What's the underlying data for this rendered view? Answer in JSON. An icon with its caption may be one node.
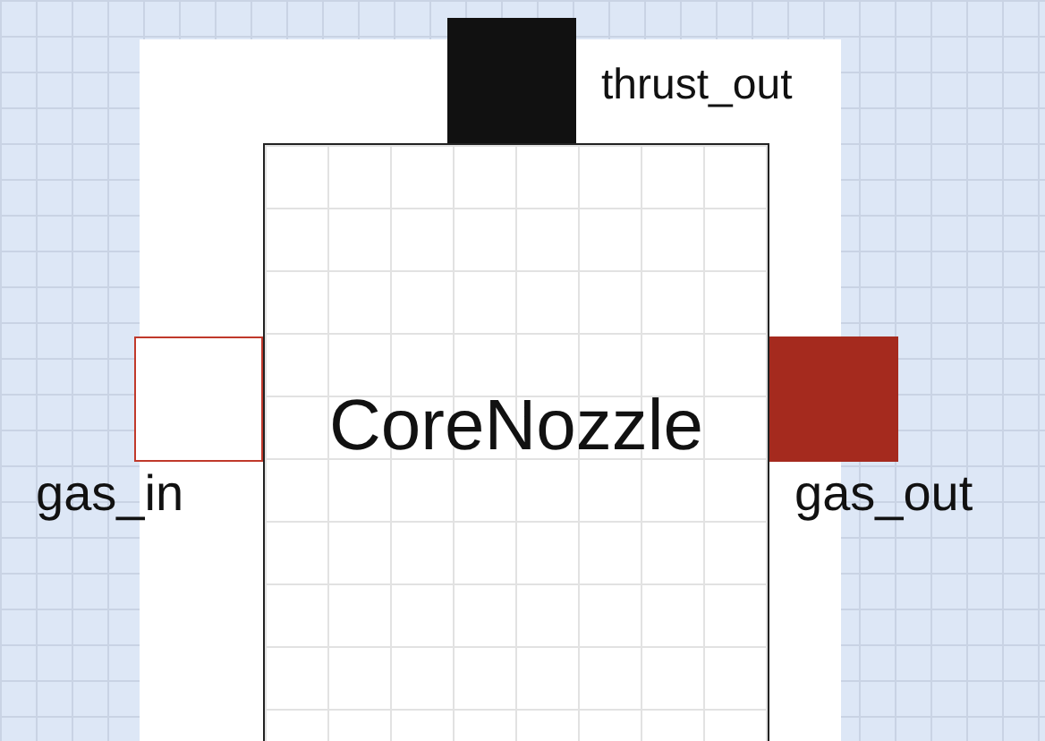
{
  "diagram": {
    "nodes": [
      {
        "text": [
          "CoreNozzle"
        ]
      },
      {
        "text": [],
        "shape": "box",
        "beside": [
          "thrust_out"
        ]
      },
      {
        "text": [],
        "shape": "box",
        "beside": [
          "gas_in"
        ]
      },
      {
        "text": [],
        "shape": "box",
        "beside": [
          "gas_out"
        ]
      }
    ]
  }
}
